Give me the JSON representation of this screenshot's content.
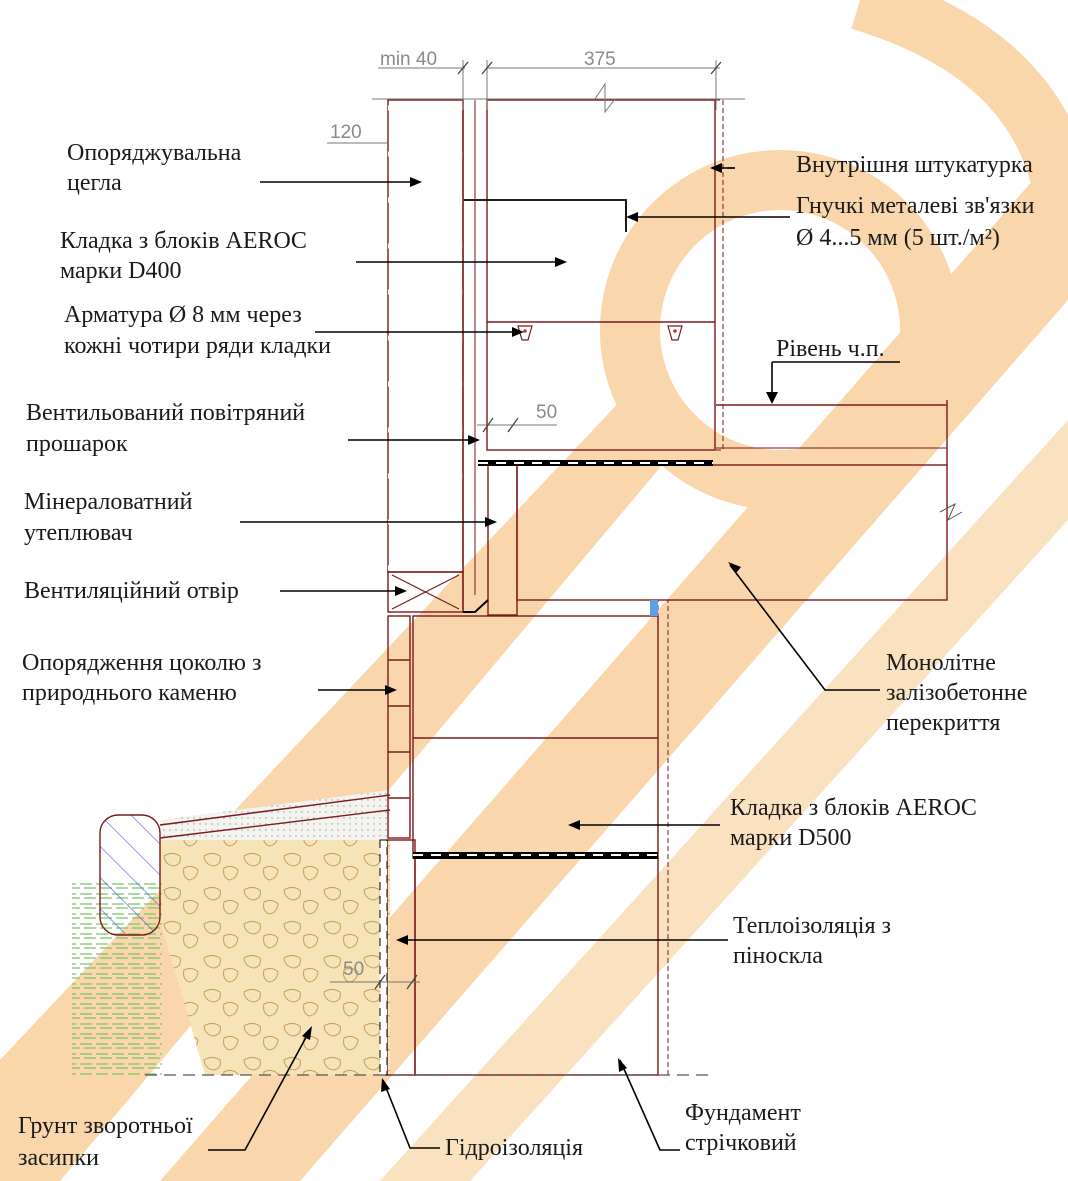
{
  "dimensions": {
    "min40": "min 40",
    "d375": "375",
    "d120": "120",
    "d50_top": "50",
    "d50_bottom": "50"
  },
  "labels": {
    "facing_brick": [
      "Опоряджувальна",
      "цегла"
    ],
    "aeroc_d400": [
      "Кладка з блоків AEROC",
      "марки D400"
    ],
    "rebar": [
      "Арматура Ø 8 мм через",
      "кожні чотири ряди кладки"
    ],
    "air_gap": [
      "Вентильований повітряний",
      "прошарок"
    ],
    "mineral_wool": [
      "Мінераловатний",
      "утеплювач"
    ],
    "vent_hole": [
      "Вентиляційний отвір"
    ],
    "plinth_stone": [
      "Опорядження цоколю з",
      "природнього каменю"
    ],
    "backfill": [
      "Грунт зворотньої",
      "засипки"
    ],
    "waterproofing": [
      "Гідроізоляція"
    ],
    "foundation": [
      "Фундамент",
      "стрічковий"
    ],
    "inner_plaster": [
      "Внутрішня штукатурка"
    ],
    "wall_ties": [
      "Гнучкі металеві зв'язки",
      "Ø 4...5 мм (5 шт./м²)"
    ],
    "floor_level": [
      "Рівень ч.п."
    ],
    "monolithic_slab": [
      "Монолітне",
      "залізобетонне",
      "перекриття"
    ],
    "aeroc_d500": [
      "Кладка з блоків AEROC",
      "марки D500"
    ],
    "foamglass": [
      "Теплоізоляція з",
      "піноскла"
    ]
  },
  "colors": {
    "brick": "#e8845c",
    "brick_hatch": "#c0392b",
    "concrete_hatch": "#3b4fd8",
    "insulation": "#f5d76e",
    "foamglass": "#9ee07a",
    "outline": "#7a1a1a",
    "watermark": "#f7c98f"
  }
}
